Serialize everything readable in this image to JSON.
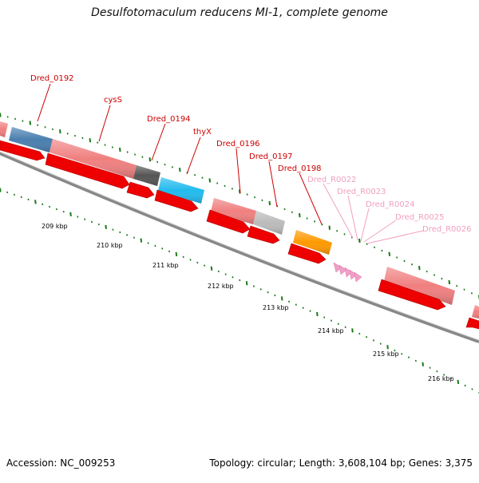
{
  "header": {
    "title": "Desulfotomaculum reducens MI-1, complete genome"
  },
  "footer": {
    "accession": "Accession: NC_009253",
    "summary": "Topology: circular; Length: 3,608,104 bp; Genes: 3,375"
  },
  "colors": {
    "label_red": "#cc0000",
    "label_pink": "#f0a0c0",
    "tick_green": "#1a7a1a",
    "backbone": "#888888"
  },
  "scale_labels": [
    "209 kbp",
    "210 kbp",
    "211 kbp",
    "212 kbp",
    "213 kbp",
    "214 kbp",
    "215 kbp",
    "216 kbp"
  ],
  "gene_labels": [
    {
      "name": "Dred_0192",
      "kind": "gene"
    },
    {
      "name": "cysS",
      "kind": "gene"
    },
    {
      "name": "Dred_0194",
      "kind": "gene"
    },
    {
      "name": "thyX",
      "kind": "gene"
    },
    {
      "name": "Dred_0196",
      "kind": "gene"
    },
    {
      "name": "Dred_0197",
      "kind": "gene"
    },
    {
      "name": "Dred_0198",
      "kind": "gene"
    },
    {
      "name": "Dred_R0022",
      "kind": "rna"
    },
    {
      "name": "Dred_R0023",
      "kind": "rna"
    },
    {
      "name": "Dred_R0024",
      "kind": "rna"
    },
    {
      "name": "Dred_R0025",
      "kind": "rna"
    },
    {
      "name": "Dred_R0026",
      "kind": "rna"
    }
  ],
  "cog_blocks": [
    {
      "color": "#4a7fb0"
    },
    {
      "color": "#f08080"
    },
    {
      "color": "#555555"
    },
    {
      "color": "#22bbee"
    },
    {
      "color": "#f08080"
    },
    {
      "color": "#bbbbbb"
    },
    {
      "color": "#ff9900"
    },
    {
      "color": "#f08080"
    },
    {
      "color": "#f08080"
    }
  ],
  "strand_arrows": [
    {
      "color": "#ee0000"
    },
    {
      "color": "#ee0000"
    },
    {
      "color": "#ee0000"
    },
    {
      "color": "#ee0000"
    },
    {
      "color": "#ee0000"
    },
    {
      "color": "#ee0000"
    },
    {
      "color": "#ee0000"
    },
    {
      "color": "#ee0000"
    },
    {
      "color": "#ee0000"
    }
  ],
  "rna_arrows": [
    {
      "color": "#f0a0c8"
    },
    {
      "color": "#f0a0c8"
    },
    {
      "color": "#f0a0c8"
    },
    {
      "color": "#f0a0c8"
    },
    {
      "color": "#f0a0c8"
    }
  ]
}
